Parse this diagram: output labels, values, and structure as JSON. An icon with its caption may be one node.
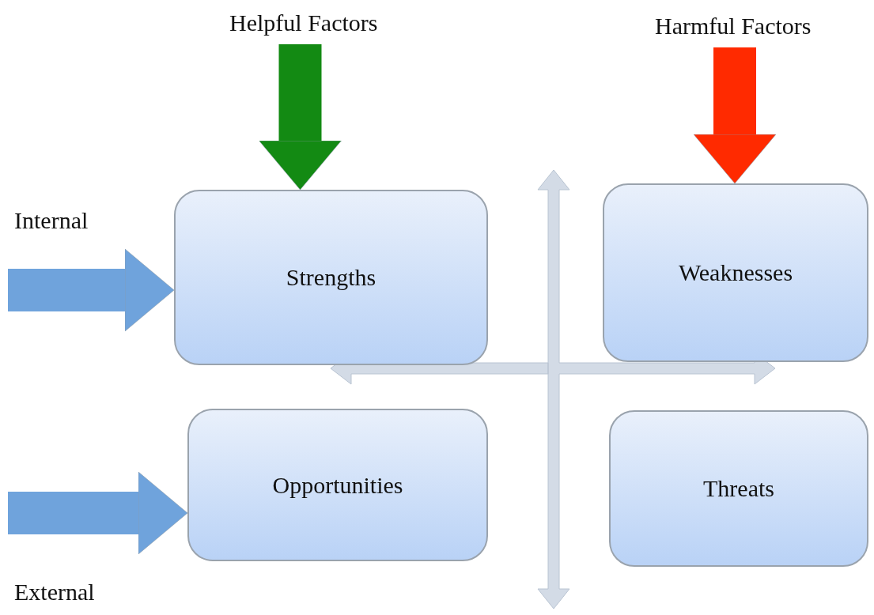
{
  "diagram": {
    "nodes": [
      {
        "text": [
          "Helpful Factors"
        ]
      },
      {
        "text": [
          "Harmful Factors"
        ]
      },
      {
        "text": [
          "Strengths"
        ]
      },
      {
        "text": [
          "Weaknesses"
        ]
      },
      {
        "text": [
          "Opportunities"
        ]
      },
      {
        "text": [
          "Threats"
        ]
      }
    ],
    "edges": [
      {
        "from": 0,
        "to": 2,
        "arrow": "to",
        "color": "#138a13"
      },
      {
        "from": 1,
        "to": 3,
        "arrow": "to",
        "color": "#ff2a00"
      },
      {
        "from": null,
        "to": 2,
        "arrow": "to",
        "color": "#6fa3dc"
      },
      {
        "from": null,
        "to": 4,
        "arrow": "to",
        "color": "#6fa3dc"
      }
    ],
    "labels": [
      "Internal",
      "External"
    ]
  }
}
